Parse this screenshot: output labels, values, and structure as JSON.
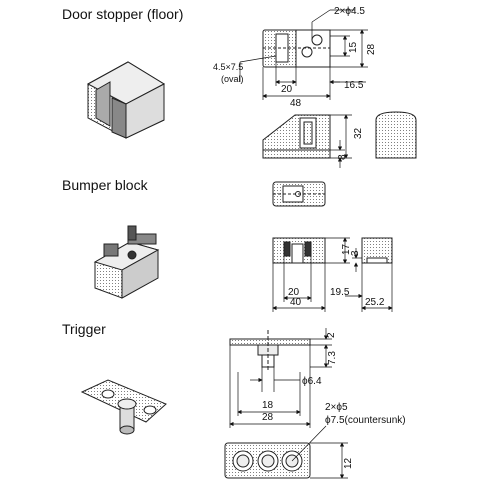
{
  "sections": {
    "door_stopper": {
      "title": "Door stopper (floor)",
      "dims": {
        "holes": "2×ϕ4.5",
        "height_15": "15",
        "height_28": "28",
        "slot_a": "4.5×7.5",
        "slot_b": "(oval)",
        "width_20": "20",
        "width_16_5": "16.5",
        "width_48": "48",
        "side_32": "32",
        "side_8": "8"
      }
    },
    "bumper_block": {
      "title": "Bumper block",
      "dims": {
        "h17": "17",
        "h3": "3",
        "w20": "20",
        "w40": "40",
        "w19_5": "19.5",
        "w25_2": "25.2"
      }
    },
    "trigger": {
      "title": "Trigger",
      "dims": {
        "h2": "2",
        "h7_3": "7.3",
        "d6_4": "ϕ6.4",
        "w18": "18",
        "w28": "28",
        "holes": "2×ϕ5",
        "counter": "ϕ7.5(countersunk)",
        "h12": "12"
      }
    }
  }
}
